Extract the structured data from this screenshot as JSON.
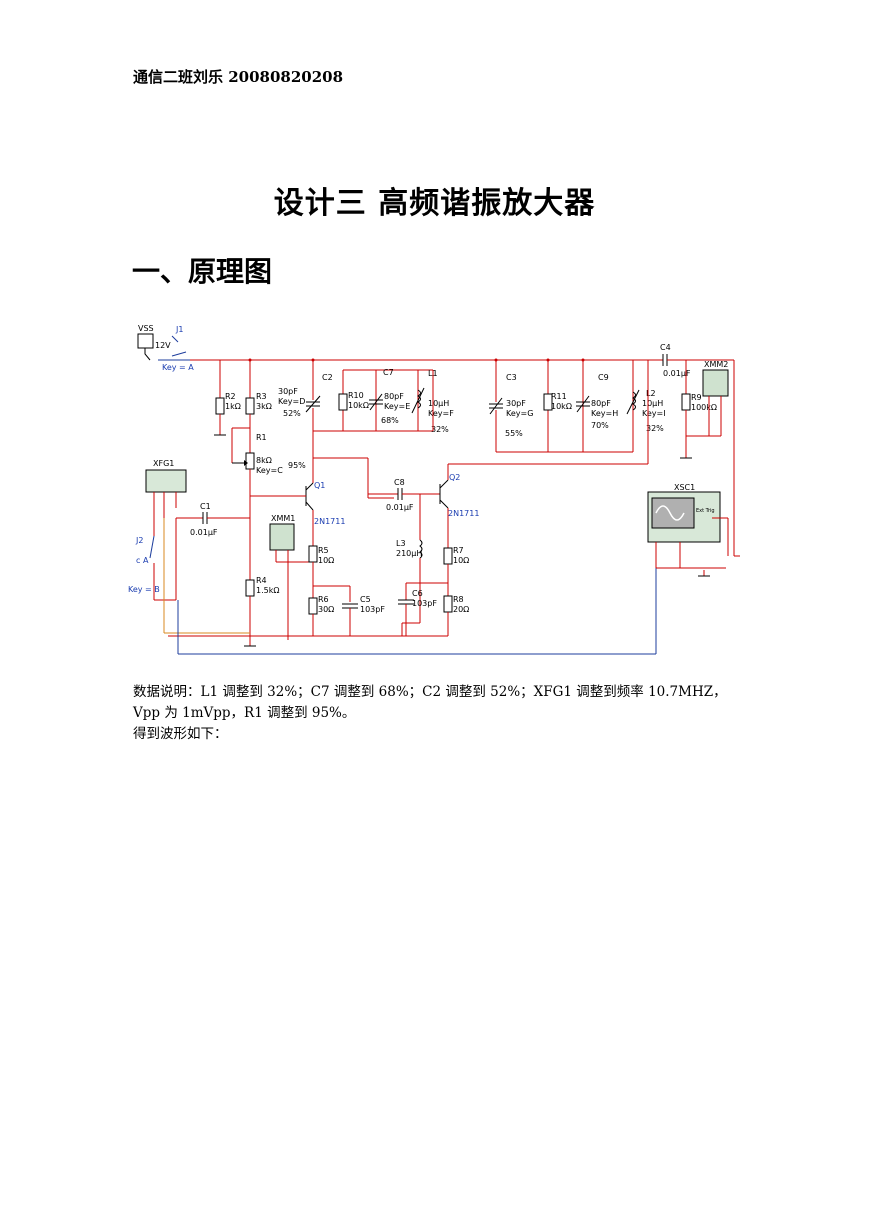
{
  "header": "通信二班刘乐 20080820208",
  "title": "设计三    高频谐振放大器",
  "section": "一、原理图",
  "circuit": {
    "vss": "VSS",
    "vss_value": "12V",
    "j1": "J1",
    "j1_key": "Key = A",
    "j2": "J2",
    "j2_key": "Key = B",
    "j2_pos": "c A",
    "r2": "R2",
    "r2_val": "1kΩ",
    "r3": "R3",
    "r3_val": "3kΩ",
    "r1": "R1",
    "r1_val": "8kΩ",
    "r1_key": "Key=C",
    "r1_pct": "95%",
    "c2_val": "30pF",
    "c2_key": "Key=D",
    "c2_pct": "52%",
    "c2": "C2",
    "r10": "R10",
    "r10_val": "10kΩ",
    "c7": "C7",
    "c7_val": "80pF",
    "c7_key": "Key=E",
    "c7_pct": "68%",
    "l1": "L1",
    "l1_val": "10μH",
    "l1_key": "Key=F",
    "l1_pct": "32%",
    "c3": "C3",
    "c3_val": "30pF",
    "c3_key": "Key=G",
    "c3_pct": "55%",
    "r11": "R11",
    "r11_val": "10kΩ",
    "c9": "C9",
    "c9_val": "80pF",
    "c9_key": "Key=H",
    "c9_pct": "70%",
    "l2": "L2",
    "l2_val": "10μH",
    "l2_key": "Key=I",
    "l2_pct": "32%",
    "c4": "C4",
    "c4_val": "0.01μF",
    "r9": "R9",
    "r9_val": "100kΩ",
    "xmm2": "XMM2",
    "xfg1": "XFG1",
    "c1": "C1",
    "c1_val": "0.01μF",
    "q1": "Q1",
    "q1_model": "2N1711",
    "q2": "Q2",
    "q2_model": "2N1711",
    "xmm1": "XMM1",
    "c8": "C8",
    "c8_val": "0.01μF",
    "l3": "L3",
    "l3_val": "210μH",
    "r5": "R5",
    "r5_val": "10Ω",
    "r6": "R6",
    "r6_val": "30Ω",
    "c5": "C5",
    "c5_val": "103pF",
    "c6": "C6",
    "c6_val": "103pF",
    "r7": "R7",
    "r7_val": "10Ω",
    "r8": "R8",
    "r8_val": "20Ω",
    "r4": "R4",
    "r4_val": "1.5kΩ",
    "xsc1": "XSC1",
    "xsc1_ext": "Ext Trig"
  },
  "paragraph": {
    "line1": "数据说明：L1 调整到 32%；C7 调整到 68%；C2 调整到 52%；XFG1 调整到频率 10.7MHZ，",
    "line2": "Vpp 为 1mVpp，R1 调整到 95%。",
    "line3": "得到波形如下："
  }
}
